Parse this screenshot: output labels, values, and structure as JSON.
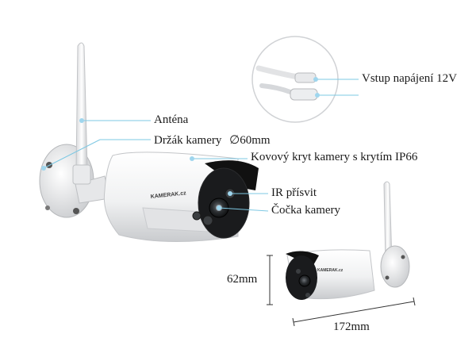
{
  "labels": {
    "antenna": "Anténa",
    "holder": "Držák kamery",
    "holder_diameter": "∅60mm",
    "housing": "Kovový kryt kamery s krytím IP66",
    "ir": "IR přísvit",
    "lens": "Čočka kamery",
    "power": "Vstup napájení 12V"
  },
  "dimensions": {
    "height": "62mm",
    "length": "172mm"
  },
  "brand": "KAMERAK.cz",
  "colors": {
    "leader_line": "#7ec8e3",
    "leader_dot": "#9fd6ee",
    "body_white": "#f4f5f6",
    "visor_black": "#111111"
  }
}
